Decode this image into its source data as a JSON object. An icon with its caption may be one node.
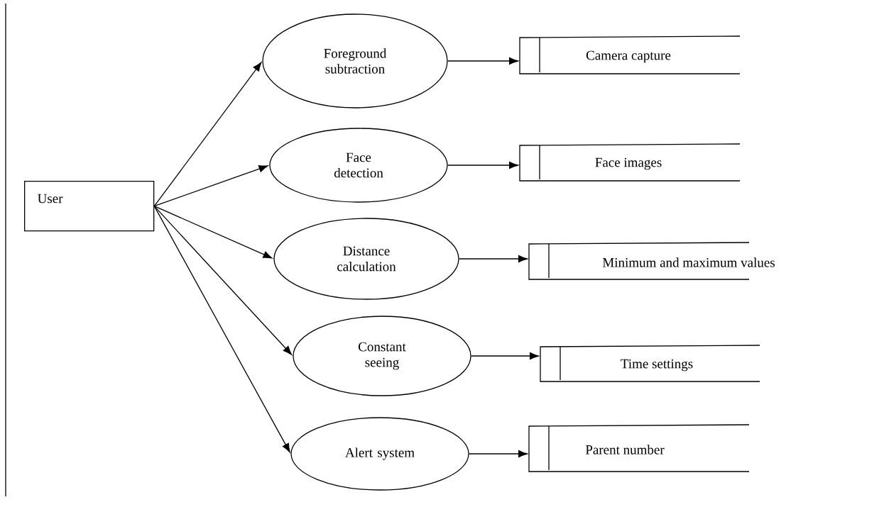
{
  "diagram": {
    "nodes": [
      {
        "text": [
          "User"
        ]
      },
      {
        "text": [
          "Foreground subtraction"
        ]
      },
      {
        "text": [
          "Face detection"
        ]
      },
      {
        "text": [
          "Distance calculation"
        ]
      },
      {
        "text": [
          "Constant seeing"
        ]
      },
      {
        "text": [
          "Alert system"
        ]
      },
      {
        "text": [
          "Camera capture"
        ]
      },
      {
        "text": [
          "Face images"
        ]
      },
      {
        "text": [
          "Minimum and maximum values"
        ]
      },
      {
        "text": [
          "Time settings"
        ]
      },
      {
        "text": [
          "Parent number"
        ]
      }
    ],
    "edges": [
      {
        "from": 0,
        "to": 1,
        "arrow": "to"
      },
      {
        "from": 0,
        "to": 2,
        "arrow": "to"
      },
      {
        "from": 0,
        "to": 3,
        "arrow": "to"
      },
      {
        "from": 0,
        "to": 4,
        "arrow": "to"
      },
      {
        "from": 0,
        "to": 5,
        "arrow": "to"
      },
      {
        "from": 1,
        "to": 6,
        "arrow": "to"
      },
      {
        "from": 2,
        "to": 7,
        "arrow": "to"
      },
      {
        "from": 3,
        "to": 8,
        "arrow": "to"
      },
      {
        "from": 4,
        "to": 9,
        "arrow": "to"
      },
      {
        "from": 5,
        "to": 10,
        "arrow": "to"
      }
    ]
  }
}
